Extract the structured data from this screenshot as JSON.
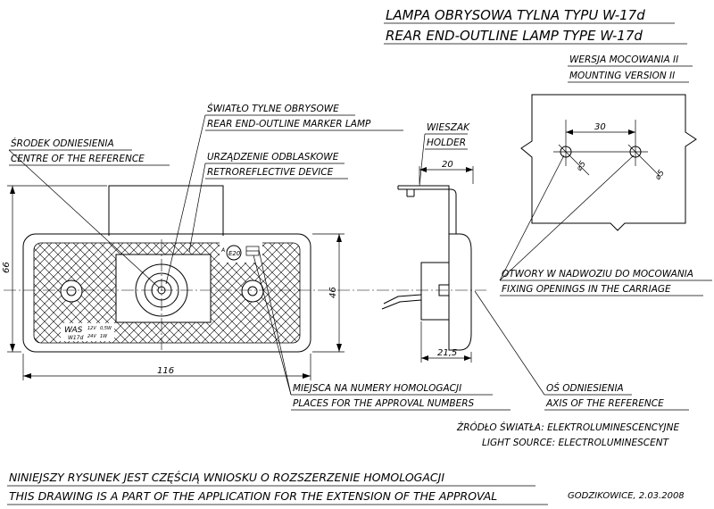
{
  "title": {
    "line1": "LAMPA OBRYSOWA TYLNA TYPU W-17d",
    "line2": "REAR END-OUTLINE LAMP TYPE W-17d"
  },
  "mounting": {
    "label_pl": "WERSJA MOCOWANIA II",
    "label_en": "MOUNTING VERSION II",
    "dim_spacing": "30",
    "dim_hole_left": "⌀5",
    "dim_hole_right": "⌀5"
  },
  "callouts": {
    "marker_lamp_pl": "ŚWIATŁO TYLNE OBRYSOWE",
    "marker_lamp_en": "REAR END-OUTLINE MARKER LAMP",
    "centre_pl": "ŚRODEK ODNIESIENIA",
    "centre_en": "CENTRE OF THE REFERENCE",
    "retro_pl": "URZĄDZENIE ODBLASKOWE",
    "retro_en": "RETROREFLECTIVE DEVICE",
    "holder_pl": "WIESZAK",
    "holder_en": "HOLDER",
    "openings_pl": "OTWORY W NADWOZIU DO MOCOWANIA",
    "openings_en": "FIXING OPENINGS IN THE CARRIAGE",
    "approval_pl": "MIEJSCA NA NUMERY HOMOLOGACJI",
    "approval_en": "PLACES FOR THE APPROVAL NUMBERS",
    "axis_pl": "OŚ ODNIESIENIA",
    "axis_en": "AXIS OF THE REFERENCE"
  },
  "light_source": {
    "pl": "ŹRÓDŁO ŚWIATŁA: ELEKTROLUMINESCENCYJNE",
    "en": "LIGHT SOURCE: ELECTROLUMINESCENT"
  },
  "dimensions": {
    "height_total": "66",
    "height_body": "46",
    "width": "116",
    "holder_width": "20",
    "depth": "21,5"
  },
  "lamp_markings": {
    "brand": "WAS",
    "type": "W17d",
    "v12": "12V",
    "w05": "0,5W",
    "v24": "24V",
    "w1": "1W",
    "approval_letter": "A",
    "approval_code": "E20"
  },
  "footer": {
    "note_pl": "NINIEJSZY RYSUNEK JEST CZĘŚCIĄ WNIOSKU O ROZSZERZENIE HOMOLOGACJI",
    "note_en": "THIS DRAWING IS A PART OF THE APPLICATION FOR THE EXTENSION OF THE APPROVAL",
    "place_date": "GODZIKOWICE, 2.03.2008"
  }
}
